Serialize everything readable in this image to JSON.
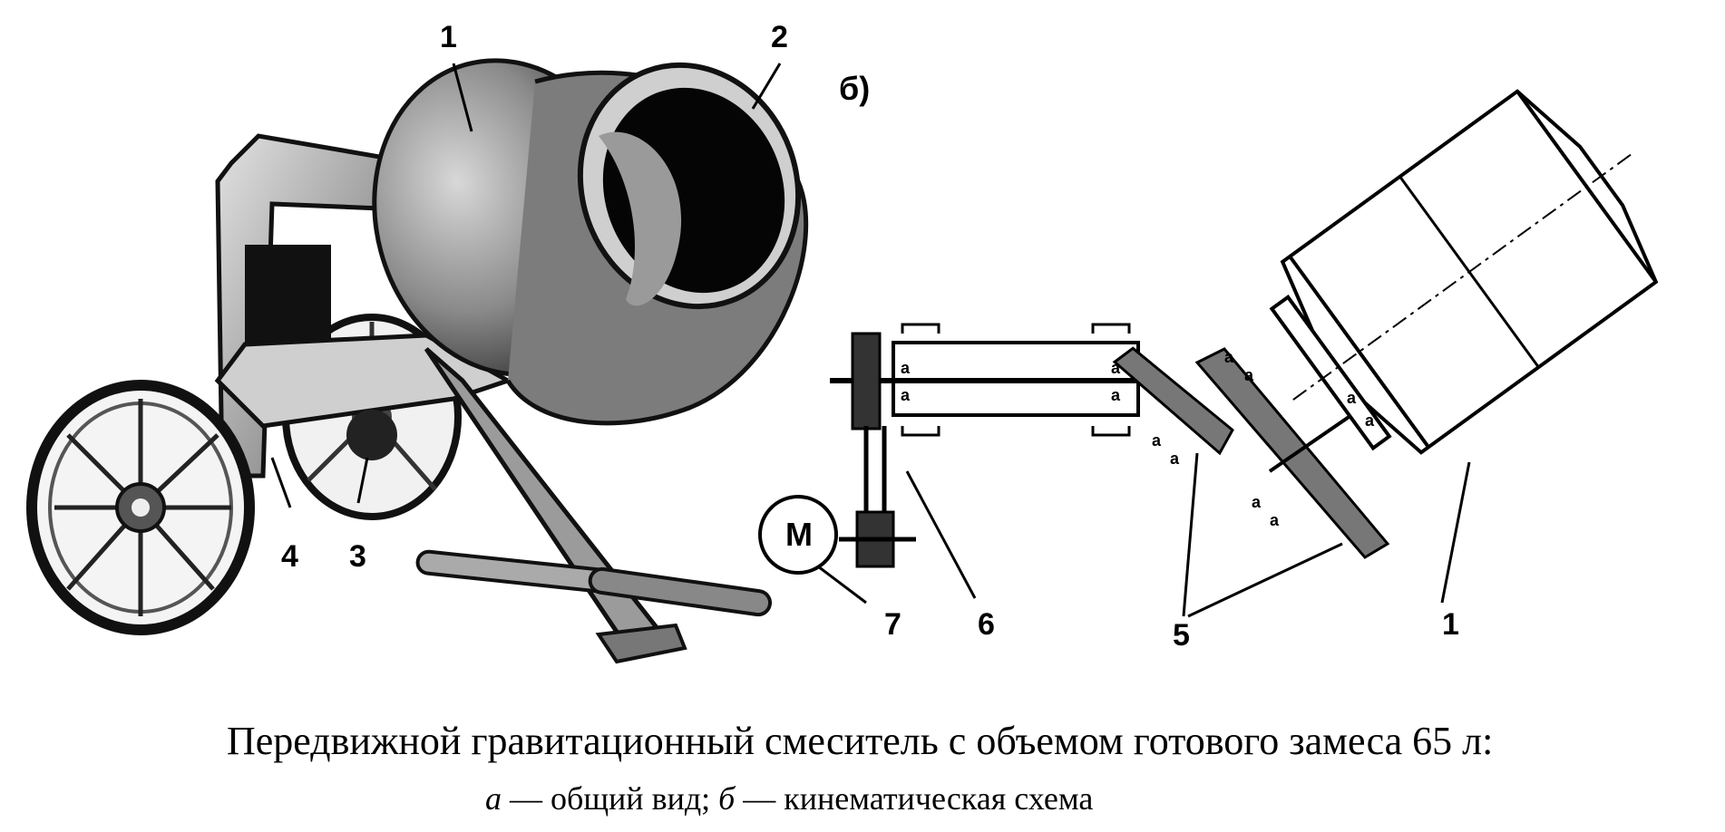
{
  "panel_label": "б)",
  "callouts_view": [
    "1",
    "2",
    "3",
    "4"
  ],
  "callouts_scheme": [
    "7",
    "6",
    "5",
    "1"
  ],
  "motor_label": "M",
  "bearing_mark": "a",
  "caption": {
    "line1": "Передвижной гравитационный смеситель с объемом готового замеса 65 л:",
    "line2_a": "а",
    "line2_a_desc": "— общий вид;",
    "line2_b": "б",
    "line2_b_desc": "— кинематическая схема"
  }
}
